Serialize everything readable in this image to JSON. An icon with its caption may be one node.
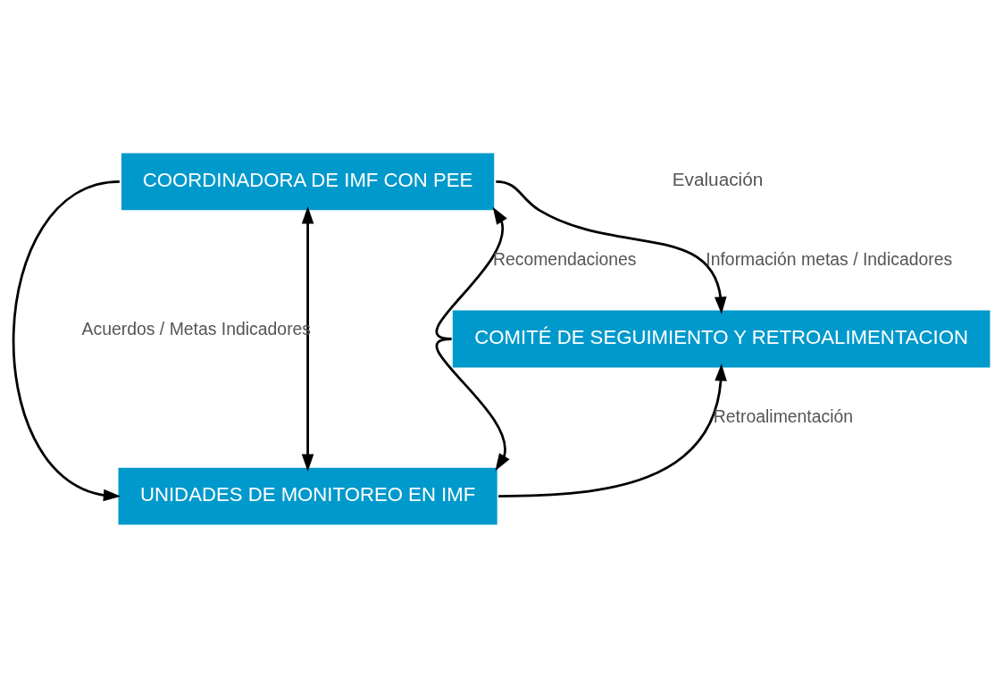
{
  "diagram": {
    "nodes": [
      {
        "text": [
          "COORDINADORA DE IMF CON PEE"
        ]
      },
      {
        "text": [
          "COMITÉ DE SEGUIMIENTO Y RETROALIMENTACION"
        ]
      },
      {
        "text": [
          "UNIDADES DE MONITOREO EN IMF"
        ]
      }
    ],
    "edges": [
      {
        "from": 0,
        "to": 1,
        "arrow": "to",
        "label": "Información metas / Indicadores"
      },
      {
        "from": 0,
        "to": 2,
        "arrow": "to"
      },
      {
        "from": 0,
        "to": 2,
        "arrow": "both",
        "label": "Acuerdos / Metas Indicadores"
      },
      {
        "from": 1,
        "to": 0,
        "arrow": "to",
        "label": "Recomendaciones"
      },
      {
        "from": 1,
        "to": 2,
        "arrow": "to"
      },
      {
        "from": 2,
        "to": 1,
        "arrow": "to",
        "label": "Retroalimentación"
      }
    ],
    "labels": [
      "Evaluación"
    ]
  }
}
